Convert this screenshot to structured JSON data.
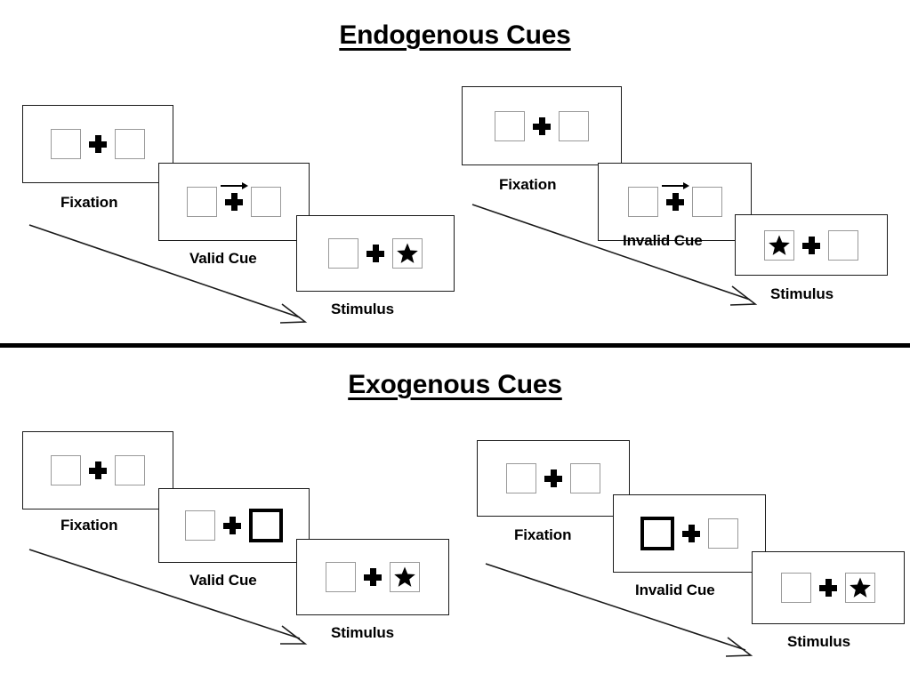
{
  "sections": [
    {
      "id": "endogenous",
      "title": "Endogenous Cues",
      "columns": [
        {
          "id": "endogenous-valid",
          "panels": [
            {
              "caption": "Fixation",
              "left_content": "empty-box",
              "right_content": "empty-box",
              "cue": "none",
              "cue_side": "none"
            },
            {
              "caption": "Valid Cue",
              "left_content": "empty-box",
              "right_content": "empty-box",
              "cue": "arrow-right",
              "cue_side": "right"
            },
            {
              "caption": "Stimulus",
              "left_content": "empty-box",
              "right_content": "star-box",
              "cue": "none",
              "cue_side": "none"
            }
          ]
        },
        {
          "id": "endogenous-invalid",
          "panels": [
            {
              "caption": "Fixation",
              "left_content": "empty-box",
              "right_content": "empty-box",
              "cue": "none",
              "cue_side": "none"
            },
            {
              "caption": "Invalid Cue",
              "left_content": "empty-box",
              "right_content": "empty-box",
              "cue": "arrow-right",
              "cue_side": "right"
            },
            {
              "caption": "Stimulus",
              "left_content": "star-box",
              "right_content": "empty-box",
              "cue": "none",
              "cue_side": "none"
            }
          ]
        }
      ]
    },
    {
      "id": "exogenous",
      "title": "Exogenous Cues",
      "columns": [
        {
          "id": "exogenous-valid",
          "panels": [
            {
              "caption": "Fixation",
              "left_content": "empty-box",
              "right_content": "empty-box",
              "cue": "none",
              "cue_side": "none"
            },
            {
              "caption": "Valid Cue",
              "left_content": "empty-box",
              "right_content": "thick-box",
              "cue": "box-highlight",
              "cue_side": "right"
            },
            {
              "caption": "Stimulus",
              "left_content": "empty-box",
              "right_content": "star-box",
              "cue": "none",
              "cue_side": "none"
            }
          ]
        },
        {
          "id": "exogenous-invalid",
          "panels": [
            {
              "caption": "Fixation",
              "left_content": "empty-box",
              "right_content": "empty-box",
              "cue": "none",
              "cue_side": "none"
            },
            {
              "caption": "Invalid Cue",
              "left_content": "thick-box",
              "right_content": "empty-box",
              "cue": "box-highlight",
              "cue_side": "left"
            },
            {
              "caption": "Stimulus",
              "left_content": "empty-box",
              "right_content": "star-box",
              "cue": "none",
              "cue_side": "none"
            }
          ]
        }
      ]
    }
  ],
  "captions": {
    "fixation": "Fixation",
    "valid_cue": "Valid Cue",
    "invalid_cue": "Invalid Cue",
    "stimulus": "Stimulus"
  },
  "icons": {
    "fixation_cross": "plus-icon",
    "arrow_cue": "arrow-right-icon",
    "target": "star-icon",
    "time_flow": "diagonal-arrow-icon"
  },
  "colors": {
    "ink": "#000000",
    "panel_border": "#1a1a1a",
    "box_border": "#9a9a9a",
    "cue_border": "#000000",
    "background": "#ffffff"
  }
}
